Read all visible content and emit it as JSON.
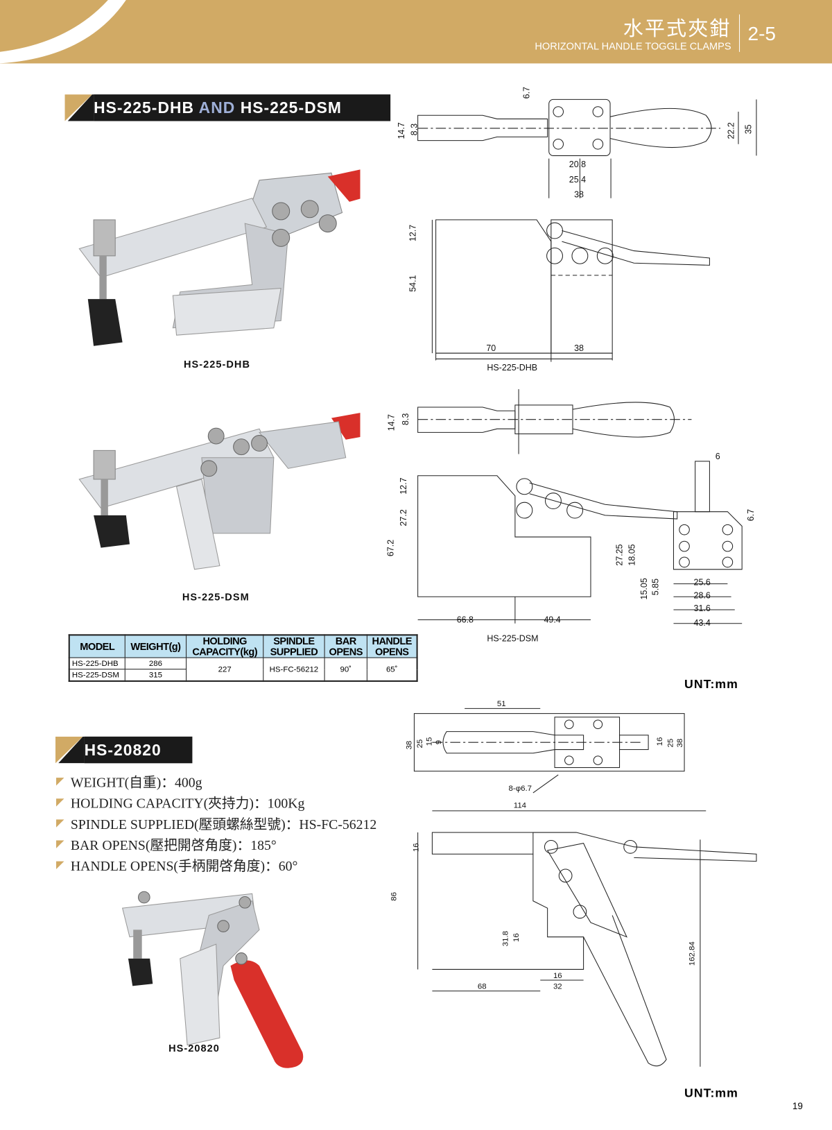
{
  "header": {
    "title_cn": "水平式夾鉗",
    "title_en": "HORIZONTAL HANDLE TOGGLE CLAMPS",
    "page_section": "2-5"
  },
  "section1": {
    "title_a": "HS-225-DHB",
    "title_and": "AND",
    "title_b": "HS-225-DSM",
    "photo1_label": "HS-225-DHB",
    "photo2_label": "HS-225-DSM",
    "drawing1_caption": "HS-225-DHB",
    "drawing2_caption": "HS-225-DSM",
    "dims_top": [
      "6.7",
      "14.7",
      "8.3",
      "22.2",
      "35",
      "20.8",
      "25.4",
      "38"
    ],
    "dims_side1": [
      "12.7",
      "54.1",
      "70",
      "38"
    ],
    "dims_top2": [
      "14.7",
      "8.3"
    ],
    "dims_side2": [
      "12.7",
      "27.2",
      "67.2",
      "66.8",
      "49.4"
    ],
    "dims_front": [
      "6",
      "6.7",
      "27.25",
      "18.05",
      "15.05",
      "5.85",
      "25.6",
      "28.6",
      "31.6",
      "43.4"
    ],
    "unit": "UNT:mm"
  },
  "table": {
    "headers": [
      "MODEL",
      "WEIGHT(g)",
      "HOLDING CAPACITY(kg)",
      "SPINDLE SUPPLIED",
      "BAR OPENS",
      "HANDLE OPENS"
    ],
    "rows": [
      {
        "model": "HS-225-DHB",
        "weight": "286"
      },
      {
        "model": "HS-225-DSM",
        "weight": "315"
      }
    ],
    "holding": "227",
    "spindle": "HS-FC-56212",
    "bar_opens": "90˚",
    "handle_opens": "65˚"
  },
  "section2": {
    "title": "HS-20820",
    "specs": [
      "WEIGHT(自重)：400g",
      "HOLDING CAPACITY(夾持力)：100Kg",
      "SPINDLE SUPPLIED(壓頭螺絲型號)：HS-FC-56212",
      "BAR OPENS(壓把開啓角度)：185°",
      "HANDLE OPENS(手柄開啓角度)：60°"
    ],
    "photo_label": "HS-20820",
    "dims_top": [
      "51",
      "38",
      "25",
      "15",
      "9",
      "16",
      "25",
      "38",
      "8-φ6.7"
    ],
    "dims_side": [
      "114",
      "16",
      "86",
      "31.8",
      "16",
      "68",
      "16",
      "32",
      "162.84"
    ],
    "unit": "UNT:mm"
  },
  "footer": {
    "page": "19"
  },
  "colors": {
    "gold": "#d1aa65",
    "red": "#d9302a",
    "band": "#1a1a1a",
    "table_header": "#bfe2f2"
  }
}
